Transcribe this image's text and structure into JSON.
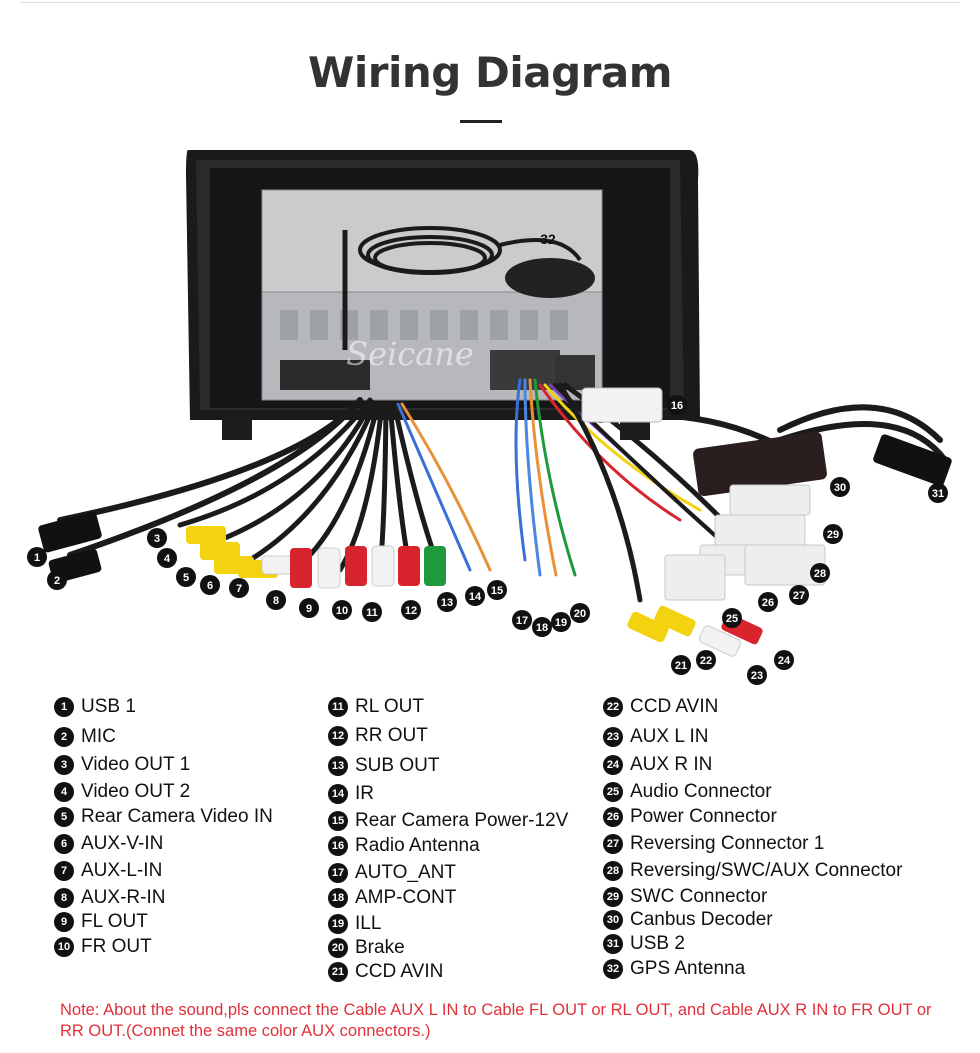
{
  "title": "Wiring Diagram",
  "watermark": "Seicane",
  "legend": {
    "col1": [
      {
        "n": "1",
        "label": "USB 1"
      },
      {
        "n": "2",
        "label": "MIC"
      },
      {
        "n": "3",
        "label": "Video OUT 1"
      },
      {
        "n": "4",
        "label": "Video OUT 2"
      },
      {
        "n": "5",
        "label": "Rear Camera Video IN"
      },
      {
        "n": "6",
        "label": "AUX-V-IN"
      },
      {
        "n": "7",
        "label": "AUX-L-IN"
      },
      {
        "n": "8",
        "label": "AUX-R-IN"
      },
      {
        "n": "9",
        "label": "FL OUT"
      },
      {
        "n": "10",
        "label": "FR OUT"
      }
    ],
    "col2": [
      {
        "n": "11",
        "label": "RL OUT"
      },
      {
        "n": "12",
        "label": "RR OUT"
      },
      {
        "n": "13",
        "label": "SUB OUT"
      },
      {
        "n": "14",
        "label": "IR"
      },
      {
        "n": "15",
        "label": "Rear Camera Power-12V"
      },
      {
        "n": "16",
        "label": "Radio Antenna"
      },
      {
        "n": "17",
        "label": "AUTO_ANT"
      },
      {
        "n": "18",
        "label": "AMP-CONT"
      },
      {
        "n": "19",
        "label": "ILL"
      },
      {
        "n": "20",
        "label": "Brake"
      },
      {
        "n": "21",
        "label": "CCD AVIN"
      }
    ],
    "col3": [
      {
        "n": "22",
        "label": "CCD AVIN"
      },
      {
        "n": "23",
        "label": "AUX L IN"
      },
      {
        "n": "24",
        "label": "AUX R IN"
      },
      {
        "n": "25",
        "label": "Audio Connector"
      },
      {
        "n": "26",
        "label": "Power Connector"
      },
      {
        "n": "27",
        "label": "Reversing Connector 1"
      },
      {
        "n": "28",
        "label": "Reversing/SWC/AUX Connector"
      },
      {
        "n": "29",
        "label": "SWC Connector"
      },
      {
        "n": "30",
        "label": "Canbus Decoder"
      },
      {
        "n": "31",
        "label": "USB 2"
      },
      {
        "n": "32",
        "label": "GPS Antenna"
      }
    ]
  },
  "note": "Note: About the sound,pls connect the Cable AUX L IN to Cable FL OUT or RL OUT, and Cable AUX R IN to FR OUT or RR OUT.(Connet the same color AUX connectors.)",
  "colors": {
    "accent_note": "#e0303a",
    "badge": "#111111"
  }
}
